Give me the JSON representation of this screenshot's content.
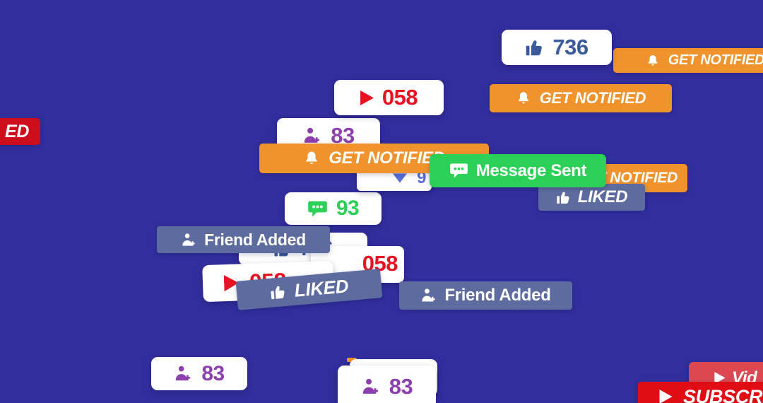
{
  "colors": {
    "bg": "#322e9d",
    "orange": "#f0932d",
    "green": "#2bd156",
    "slate": "#5e6b9f",
    "red": "#e81220",
    "red_dark": "#cf0e1d",
    "red_bright": "#e00d15",
    "pink_red": "#dc4752",
    "purple": "#8d3fae",
    "dark_blue": "#3a5a9b",
    "periwinkle": "#5a6fd8",
    "white": "#ffffff"
  },
  "badges": {
    "subscribed_partial": {
      "label": "ED"
    },
    "likes_top": {
      "count": "736"
    },
    "notify_top_right": {
      "label": "GET NOTIFIED"
    },
    "notify_right": {
      "label": "GET NOTIFIED"
    },
    "views_top": {
      "count": "058"
    },
    "friends_top": {
      "count": "83"
    },
    "notify_main": {
      "label": "GET NOTIFIED"
    },
    "downloads_hidden": {
      "count": "9"
    },
    "message_sent": {
      "label": "Message Sent"
    },
    "notify_partial": {
      "label": "GET NOTIFIED"
    },
    "liked_right": {
      "label": "LIKED"
    },
    "comments": {
      "count": "93"
    },
    "friend_added_1": {
      "label": "Friend Added"
    },
    "likes_hidden": {
      "count": "736"
    },
    "views_mid": {
      "count": "058"
    },
    "views_lower": {
      "count": "058"
    },
    "liked_mid": {
      "label": "LIKED"
    },
    "friend_added_2": {
      "label": "Friend Added"
    },
    "friends_bottom_left": {
      "count": "83"
    },
    "friends_bottom_mid": {
      "count": "83"
    },
    "video_partial": {
      "label": "Vid"
    },
    "subscribe_bottom": {
      "label": "SUBSCRIBE"
    }
  }
}
